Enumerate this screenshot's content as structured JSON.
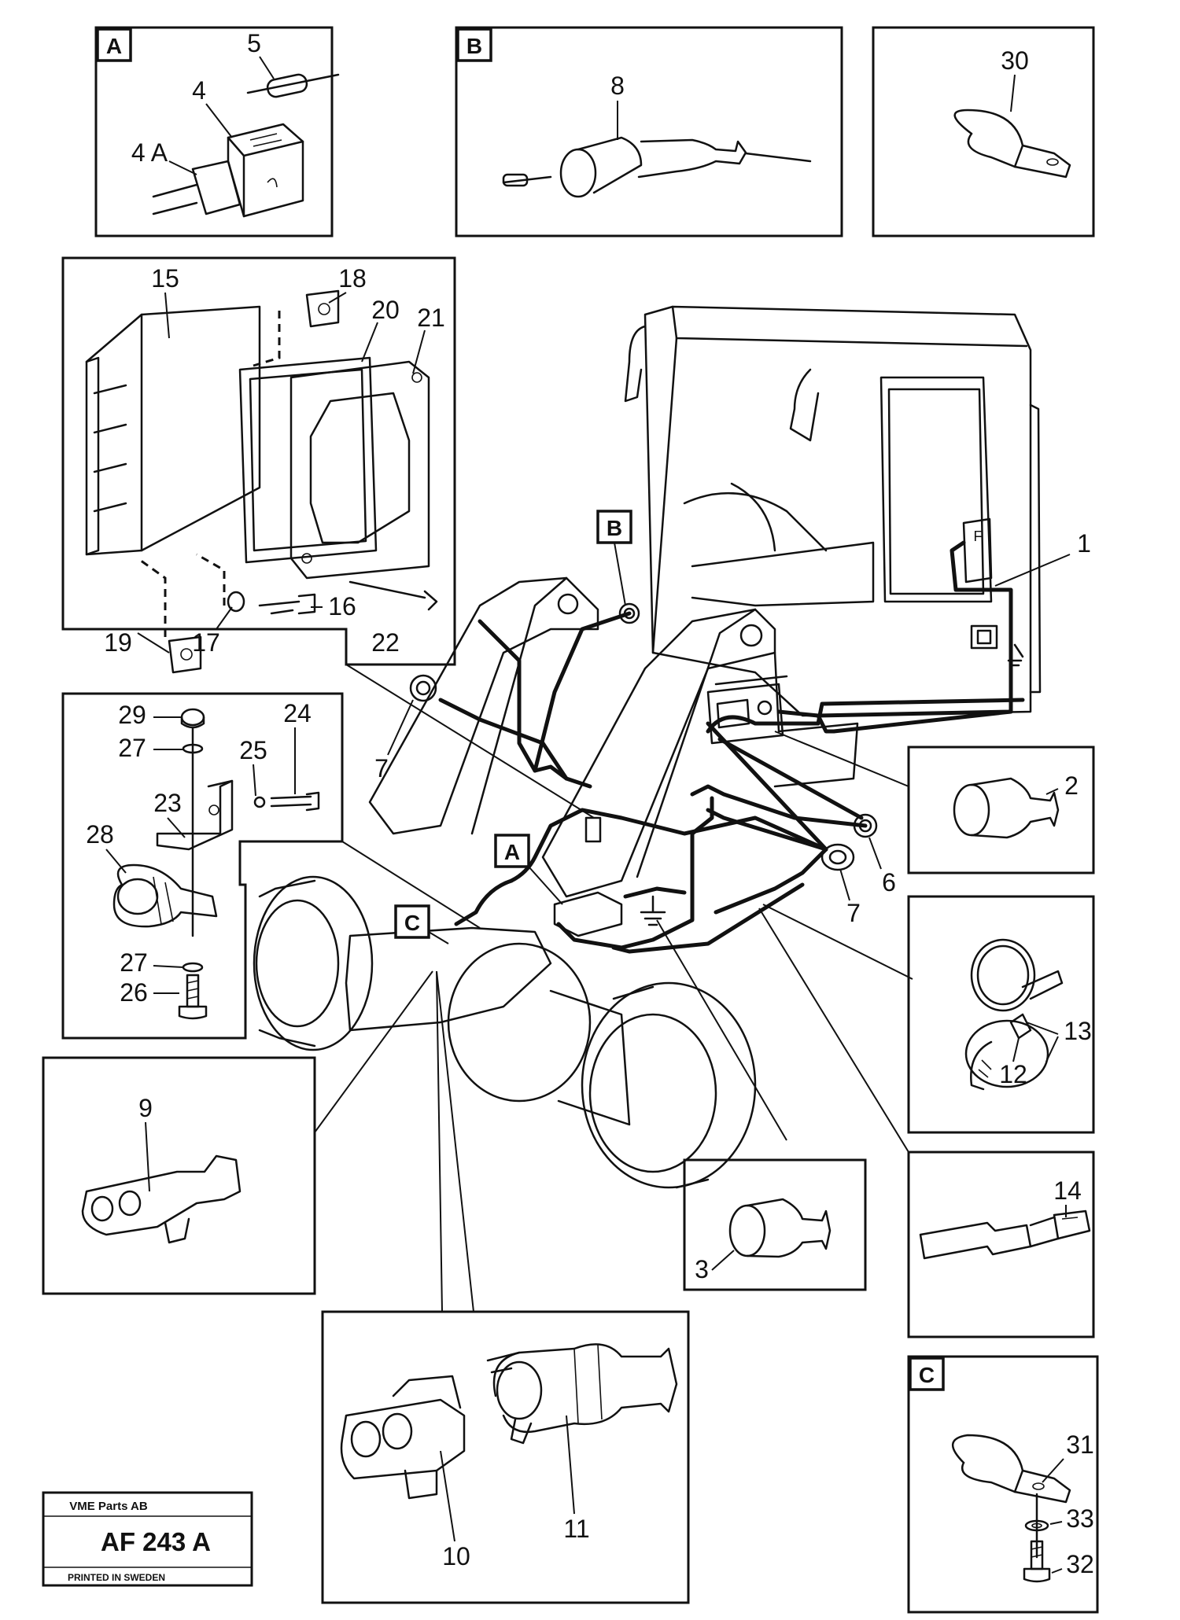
{
  "detail_tags": {
    "a": "A",
    "b": "B",
    "c": "C"
  },
  "callouts": {
    "n1": "1",
    "n2": "2",
    "n3": "3",
    "n4": "4",
    "n4a": "4 A",
    "n5": "5",
    "n6": "6",
    "n7a": "7",
    "n7b": "7",
    "n8": "8",
    "n9": "9",
    "n10": "10",
    "n11": "11",
    "n12": "12",
    "n13": "13",
    "n14": "14",
    "n15": "15",
    "n16": "16",
    "n17": "17",
    "n18": "18",
    "n19": "19",
    "n20": "20",
    "n21": "21",
    "n22": "22",
    "n23": "23",
    "n24": "24",
    "n25": "25",
    "n26": "26",
    "n27a": "27",
    "n27b": "27",
    "n28": "28",
    "n29": "29",
    "n30": "30",
    "n31": "31",
    "n32": "32",
    "n33": "33"
  },
  "cab_marker": "F",
  "stamp": {
    "company": "VME Parts AB",
    "code": "AF 243 A",
    "printed": "PRINTED IN SWEDEN"
  }
}
